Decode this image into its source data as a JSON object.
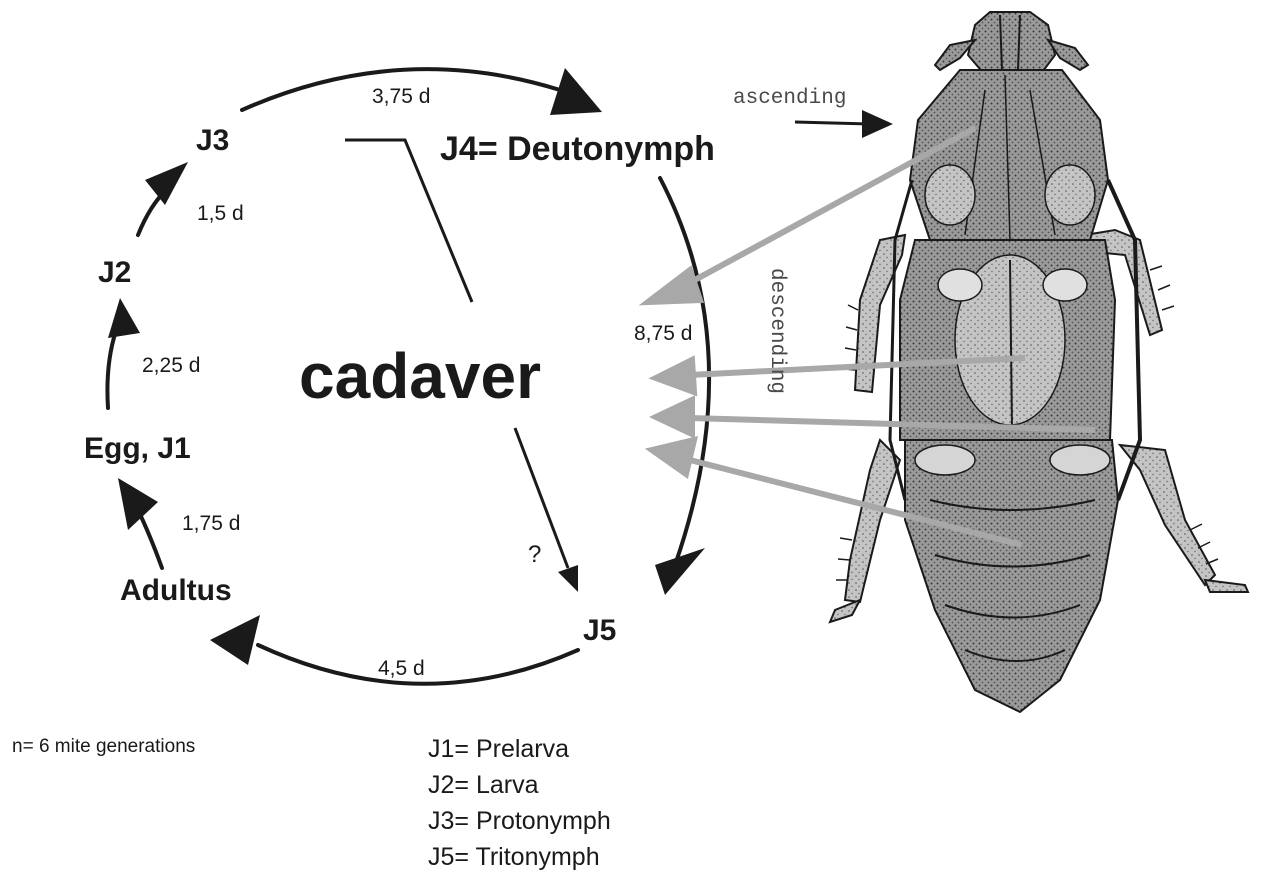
{
  "diagram": {
    "center_label": "cadaver",
    "stages": {
      "egg": "Egg, J1",
      "j2": "J2",
      "j3": "J3",
      "j4": "J4= Deutonymph",
      "j5": "J5",
      "adult": "Adultus"
    },
    "durations": {
      "egg_to_j2": "2,25 d",
      "j2_to_j3": "1,5 d",
      "j3_to_j4": "3,75 d",
      "j4_to_j5": "8,75 d",
      "j5_to_adult": "4,5 d",
      "adult_to_egg": "1,75 d"
    },
    "uncertain_path_label": "?",
    "phoretic": {
      "ascending": "ascending",
      "descending": "descending"
    },
    "sample_note": "n= 6 mite generations",
    "legend": [
      "J1= Prelarva",
      "J2= Larva",
      "J3= Protonymph",
      "J5= Tritonymph"
    ],
    "colors": {
      "ink": "#1a1a1a",
      "arrow_grey": "#a8a8a8",
      "beetle_body": "#8d8d8d"
    },
    "icons": {
      "beetle": "beetle-host-illustration"
    }
  }
}
